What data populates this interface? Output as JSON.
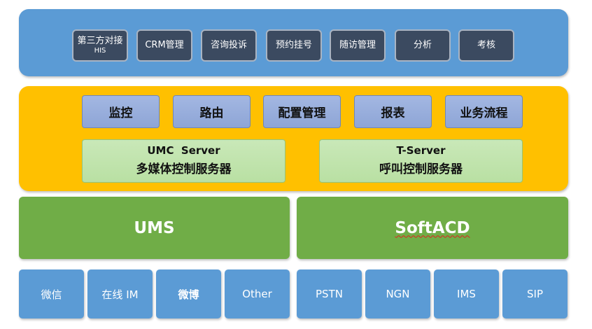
{
  "top_layer": {
    "items": [
      {
        "label": "第三方对接",
        "sub": "HIS"
      },
      {
        "label": "CRM管理"
      },
      {
        "label": "咨询投诉"
      },
      {
        "label": "预约挂号"
      },
      {
        "label": "随访管理"
      },
      {
        "label": "分析"
      },
      {
        "label": "考核"
      }
    ]
  },
  "middle_layer": {
    "functions": [
      "监控",
      "路由",
      "配置管理",
      "报表",
      "业务流程"
    ],
    "servers": [
      {
        "name": "UMC  Server",
        "desc": "多媒体控制服务器"
      },
      {
        "name": "T-Server",
        "desc": "呼叫控制服务器"
      }
    ]
  },
  "platform_layer": {
    "left": "UMS",
    "right": "SoftACD"
  },
  "channels": [
    "微信",
    "在线 IM",
    "微博",
    "Other",
    "PSTN",
    "NGN",
    "IMS",
    "SIP"
  ],
  "colors": {
    "top_layer": "#5b9bd5",
    "top_buttons": "#3b4a60",
    "middle_layer": "#ffc000",
    "function_buttons": "#8ea5d6",
    "server_boxes": "#c6e0b4",
    "platform": "#70ad47",
    "channels": "#5b9bd5"
  }
}
